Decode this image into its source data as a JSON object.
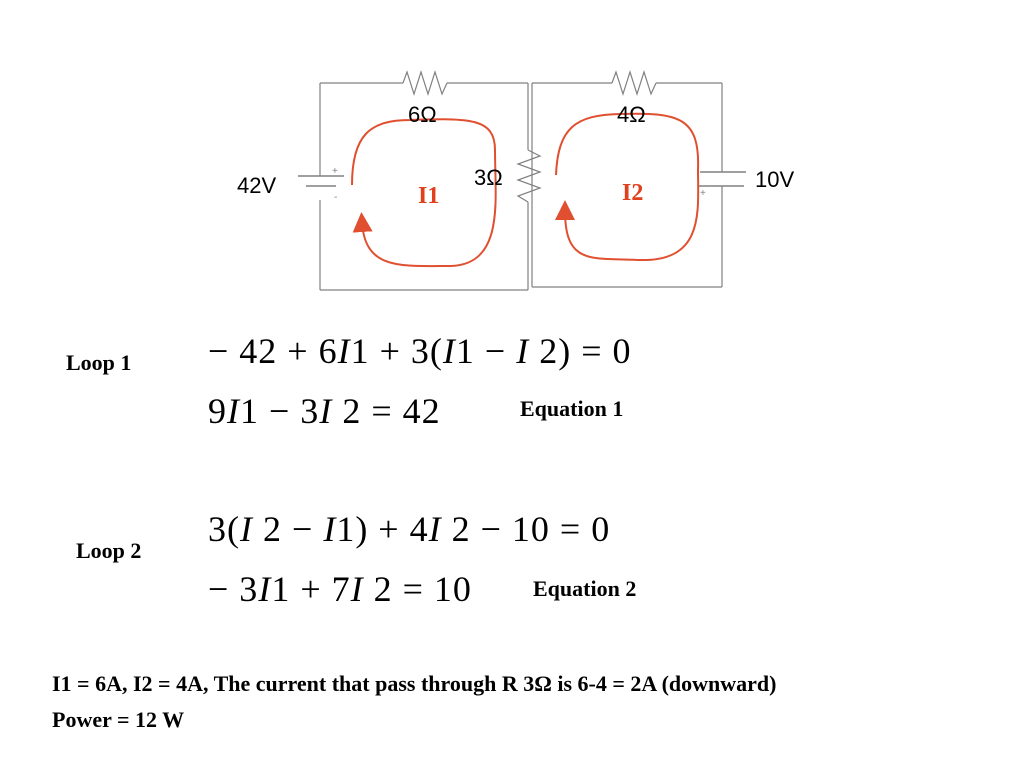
{
  "circuit": {
    "resistor_left": "6Ω",
    "resistor_right": "4Ω",
    "resistor_middle": "3Ω",
    "source_left": "42V",
    "source_right": "10V",
    "loop_current_1": "I1",
    "loop_current_2": "I2",
    "left_source_plus": "+",
    "left_source_minus": "-",
    "right_source_plus": "+",
    "colors": {
      "wire": "#808080",
      "loop": "#e05030",
      "current_label": "#e0401c",
      "text": "#000000"
    }
  },
  "loop1": {
    "label": "Loop 1",
    "eq_a": [
      "− 42 + 6",
      "I",
      "1 + 3(",
      "I",
      "1 − ",
      "I",
      " 2) = 0"
    ],
    "eq_b": [
      "9",
      "I",
      "1 − 3",
      "I",
      " 2 = 42"
    ],
    "equation_label": "Equation 1"
  },
  "loop2": {
    "label": "Loop 2",
    "eq_a": [
      "3(",
      "I",
      " 2 − ",
      "I",
      "1) + 4",
      "I",
      " 2 − 10 = 0"
    ],
    "eq_b": [
      "− 3",
      "I",
      "1 + 7",
      "I",
      " 2 = 10"
    ],
    "equation_label": "Equation 2"
  },
  "result": {
    "line1": "I1 = 6A, I2 = 4A, The current that pass through R 3Ω is 6-4 = 2A  (downward)",
    "line2": "Power = 12 W"
  }
}
